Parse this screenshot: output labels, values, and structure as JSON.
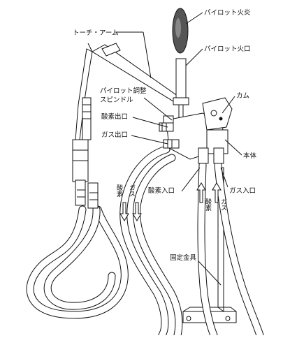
{
  "labels": {
    "pilot_flame": "パイロット火炎",
    "pilot_nozzle": "パイロット火口",
    "torch_arm": "トーチ・アーム",
    "pilot_adjust_1": "パイロット調整",
    "pilot_adjust_2": "スピンドル",
    "oxygen_outlet": "酸素出口",
    "gas_outlet": "ガス出口",
    "cam": "カム",
    "body": "本体",
    "oxygen_inlet": "酸素入口",
    "gas_inlet": "ガス入口",
    "fixing_bracket": "固定金具"
  },
  "flow_labels": {
    "left_oxygen": "酸素",
    "left_gas": "ガス",
    "right_oxygen": "酸素",
    "right_gas": "ガス"
  }
}
